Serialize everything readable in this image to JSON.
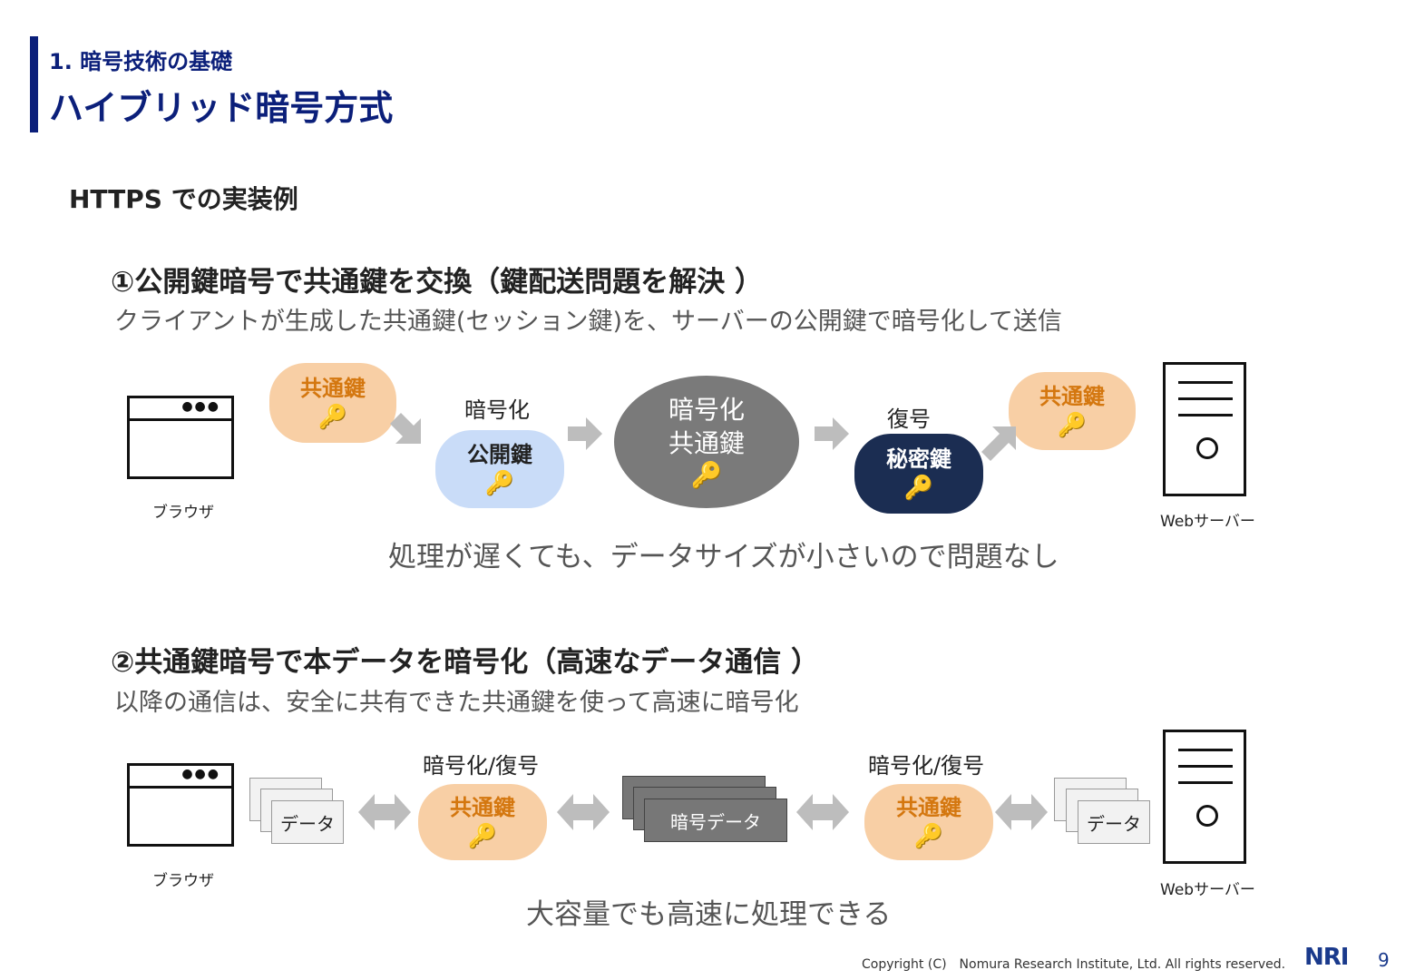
{
  "header": {
    "section": "1. 暗号技術の基礎",
    "title": "ハイブリッド暗号方式"
  },
  "subtitle": "HTTPS での実装例",
  "step1": {
    "heading": "①公開鍵暗号で共通鍵を交換（鍵配送問題を解決 ）",
    "description": "クライアントが生成した共通鍵(セッション鍵)を、サーバーの公開鍵で暗号化して送信",
    "browser_label": "ブラウザ",
    "server_label": "Webサーバー",
    "shared_key_left": "共通鍵",
    "encrypt_label": "暗号化",
    "public_key": "公開鍵",
    "encrypted_line1": "暗号化",
    "encrypted_line2": "共通鍵",
    "decrypt_label": "復号",
    "private_key": "秘密鍵",
    "shared_key_right": "共通鍵",
    "note": "処理が遅くても、データサイズが小さいので問題なし"
  },
  "step2": {
    "heading": "②共通鍵暗号で本データを暗号化（高速なデータ通信 ）",
    "description": "以降の通信は、安全に共有できた共通鍵を使って高速に暗号化",
    "browser_label": "ブラウザ",
    "server_label": "Webサーバー",
    "data_left": "データ",
    "enc_dec_left": "暗号化/復号",
    "shared_key_left": "共通鍵",
    "encrypted_data": "暗号データ",
    "enc_dec_right": "暗号化/復号",
    "shared_key_right": "共通鍵",
    "data_right": "データ",
    "note": "大容量でも高速に処理できる"
  },
  "icons": {
    "key": "🔑",
    "browser_dots": "●●●"
  },
  "footer": {
    "copyright": "Copyright (C)　Nomura Research Institute, Ltd. All rights reserved.",
    "logo": "NRI",
    "page_number": "9"
  }
}
